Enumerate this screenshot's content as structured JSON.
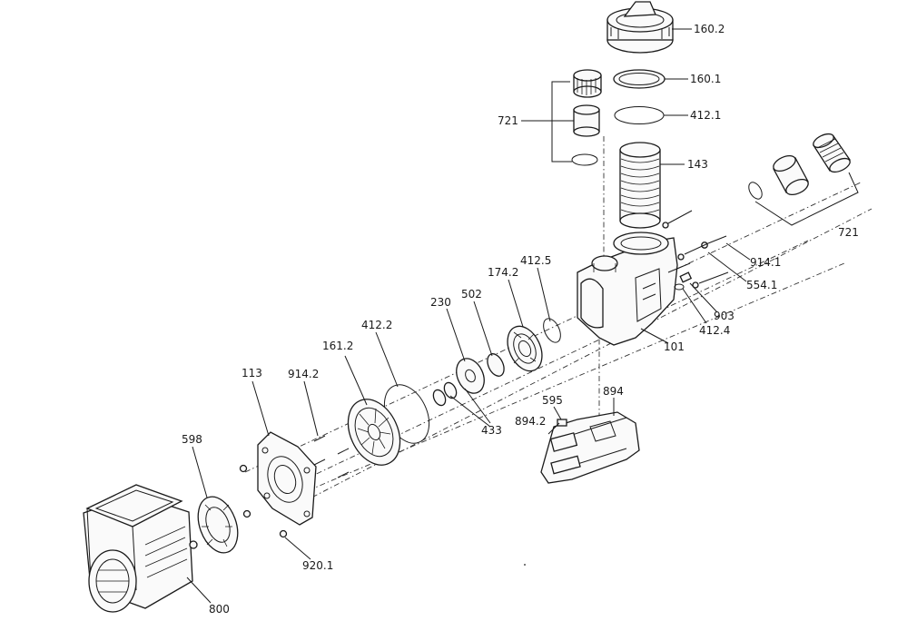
{
  "callouts": {
    "c160_2": "160.2",
    "c160_1": "160.1",
    "c412_1": "412.1",
    "c721_a": "721",
    "c143": "143",
    "c721_b": "721",
    "c914_1": "914.1",
    "c554_1": "554.1",
    "c412_5": "412.5",
    "c174_2": "174.2",
    "c502": "502",
    "c230": "230",
    "c412_2": "412.2",
    "c161_2": "161.2",
    "c903": "903",
    "c412_4": "412.4",
    "c101": "101",
    "c113": "113",
    "c914_2": "914.2",
    "c894": "894",
    "c595": "595",
    "c894_2": "894.2",
    "c433": "433",
    "c598": "598",
    "c920_1": "920.1",
    "c800": "800"
  }
}
